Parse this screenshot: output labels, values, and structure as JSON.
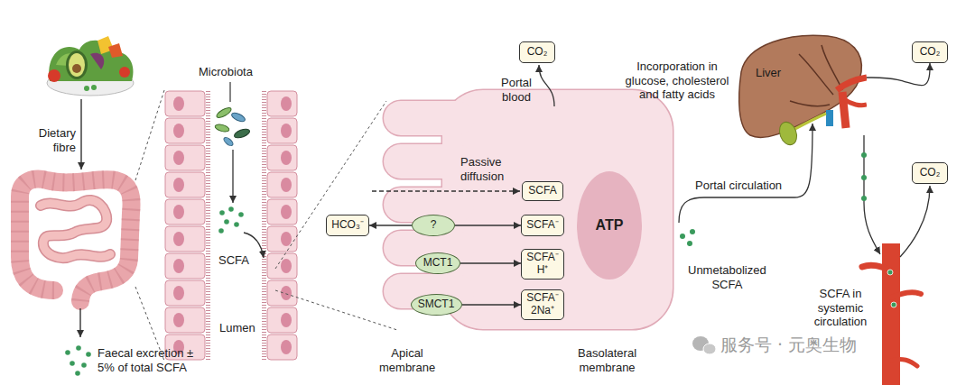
{
  "diagram": {
    "nodes": [
      {
        "text": [
          "CO₂"
        ]
      },
      {
        "text": [
          "SCFA"
        ]
      },
      {
        "text": [
          "HCO₃⁻"
        ]
      },
      {
        "text": [
          "?"
        ]
      },
      {
        "text": [
          "SCFA⁻"
        ]
      },
      {
        "text": [
          "MCT1"
        ]
      },
      {
        "text": [
          "SCFA⁻ H⁺"
        ]
      },
      {
        "text": [
          "SMCT1"
        ]
      },
      {
        "text": [
          "SCFA⁻ 2Na⁺"
        ]
      },
      {
        "text": [
          "ATP"
        ]
      },
      {
        "text": [
          "Liver"
        ]
      },
      {
        "text": [
          "CO₂"
        ]
      },
      {
        "text": [
          "CO₂"
        ]
      }
    ],
    "edges": [
      {
        "from": 3,
        "to": 2,
        "arrow": "to"
      },
      {
        "from": 3,
        "to": 4,
        "arrow": "to"
      },
      {
        "from": 5,
        "to": 6,
        "arrow": "to"
      },
      {
        "from": 7,
        "to": 8,
        "arrow": "to"
      },
      {
        "from": 10,
        "to": 11,
        "arrow": "to"
      }
    ],
    "labels": [
      "Dietary fibre",
      "Microbiota",
      "SCFA",
      "Lumen",
      "Faecal excretion ± 5% of total SCFA",
      "Passive diffusion",
      "Portal blood",
      "Apical membrane",
      "Basolateral membrane",
      "Unmetabolized SCFA",
      "Portal circulation",
      "Incorporation in glucose, cholesterol and fatty acids",
      "SCFA in systemic circulation",
      "服务号 · 元奥生物"
    ]
  }
}
